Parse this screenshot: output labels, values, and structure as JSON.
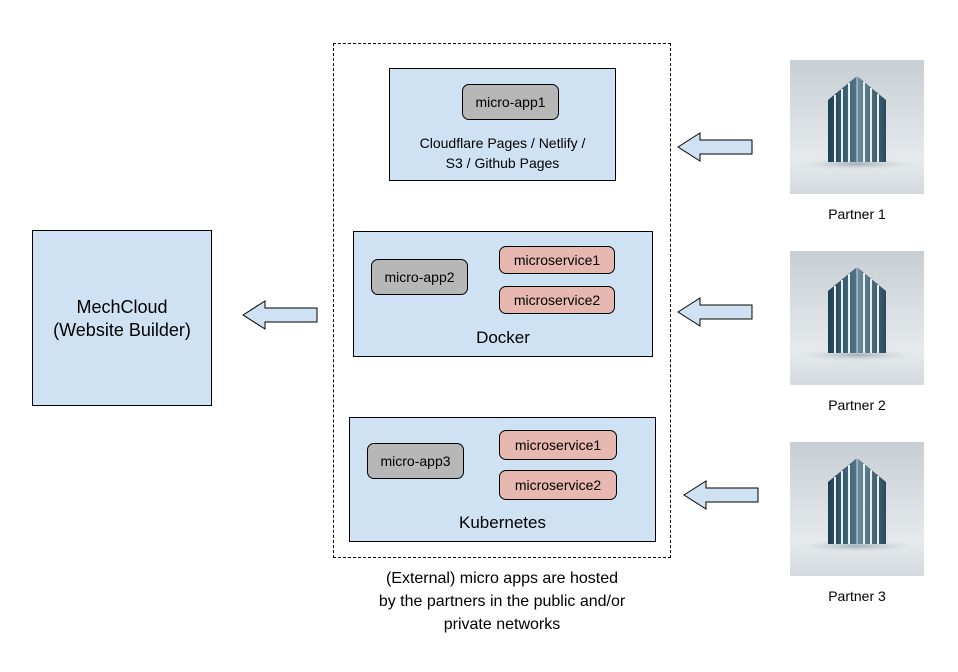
{
  "mechcloud": {
    "line1": "MechCloud",
    "line2": "(Website Builder)"
  },
  "cloudflare": {
    "app": "micro-app1",
    "line1": "Cloudflare Pages / Netlify /",
    "line2": "S3 / Github Pages"
  },
  "docker": {
    "app": "micro-app2",
    "service1": "microservice1",
    "service2": "microservice2",
    "label": "Docker"
  },
  "kubernetes": {
    "app": "micro-app3",
    "service1": "microservice1",
    "service2": "microservice2",
    "label": "Kubernetes"
  },
  "partners": [
    {
      "label": "Partner 1",
      "icon": "building-icon"
    },
    {
      "label": "Partner 2",
      "icon": "building-icon"
    },
    {
      "label": "Partner 3",
      "icon": "building-icon"
    }
  ],
  "caption": {
    "line1": "(External) micro apps are hosted",
    "line2": "by the partners in the public and/or",
    "line3": "private networks"
  },
  "colors": {
    "box_fill": "#cfe2f3",
    "micro_app_fill": "#b7b7b7",
    "microservice_fill": "#e6b8af"
  }
}
